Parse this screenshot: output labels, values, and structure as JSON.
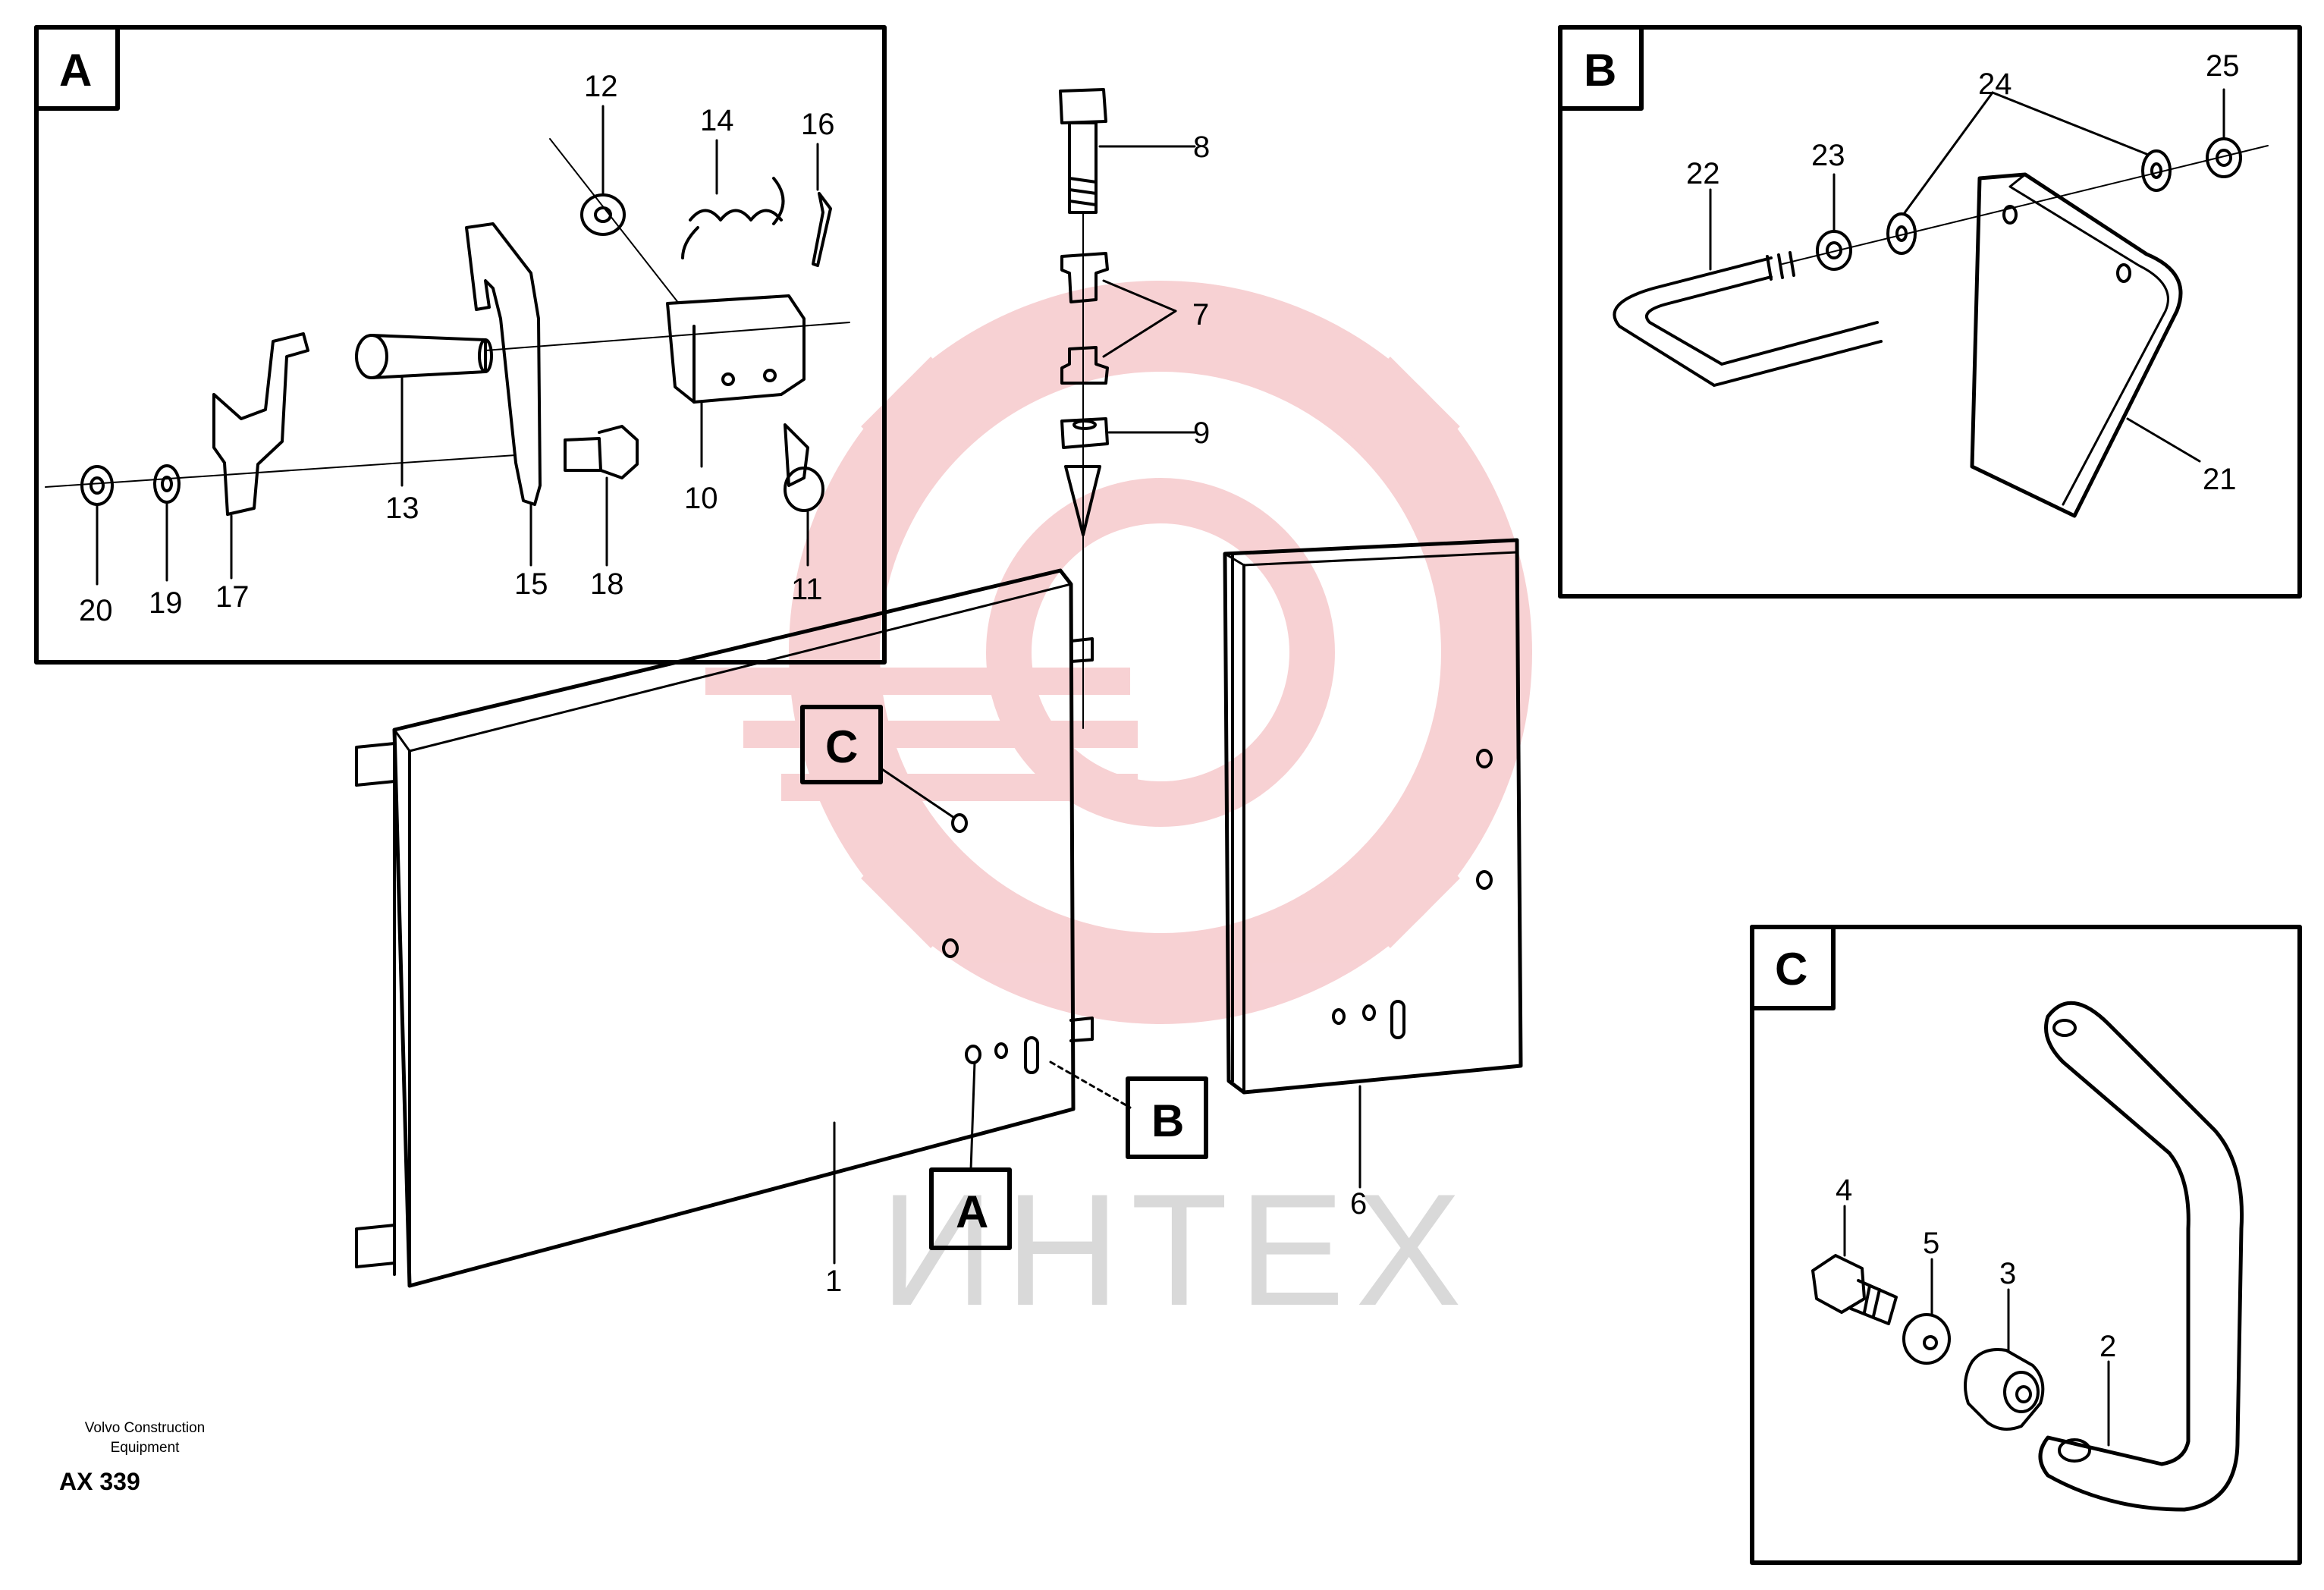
{
  "watermark_text": "ИНТЕХ",
  "publisher_line1": "Volvo Construction",
  "publisher_line2": "Equipment",
  "drawing_code": "AX 339",
  "detail_boxes": {
    "A": "A",
    "B": "B",
    "C": "C"
  },
  "callout_letters": {
    "A": "A",
    "B": "B",
    "C": "C"
  },
  "part_numbers": {
    "p1": "1",
    "p2": "2",
    "p3": "3",
    "p4": "4",
    "p5": "5",
    "p6": "6",
    "p7": "7",
    "p8": "8",
    "p9": "9",
    "p10": "10",
    "p11": "11",
    "p12": "12",
    "p13": "13",
    "p14": "14",
    "p15": "15",
    "p16": "16",
    "p17": "17",
    "p18": "18",
    "p19": "19",
    "p20": "20",
    "p21": "21",
    "p22": "22",
    "p23": "23",
    "p24": "24",
    "p25": "25"
  },
  "colors": {
    "line": "#000000",
    "watermark_gear": "#f6c9cc",
    "watermark_text": "#d9d9d9"
  }
}
